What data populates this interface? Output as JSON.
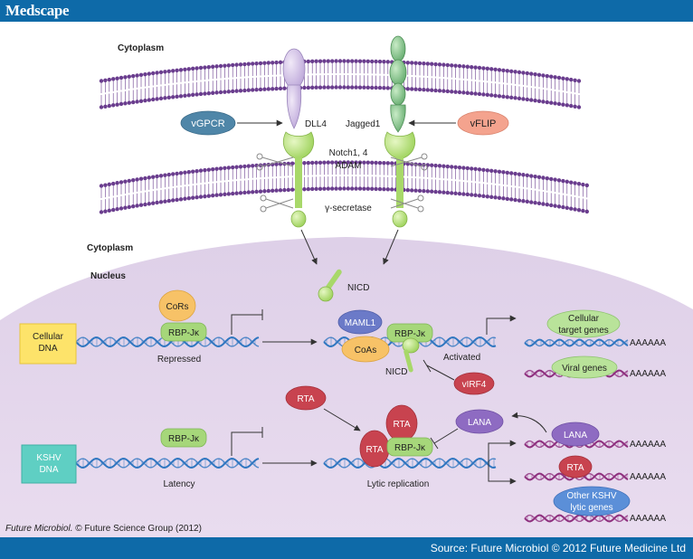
{
  "header": {
    "brand": "Medscape"
  },
  "footer": {
    "source": "Source: Future Microbiol © 2012 Future Medicine Ltd"
  },
  "credit": {
    "journal": "Future Microbiol.",
    "rest": " © Future Science Group (2012)"
  },
  "labels": {
    "cytoplasm_top": "Cytoplasm",
    "cytoplasm_bottom": "Cytoplasm",
    "nucleus": "Nucleus",
    "vgpcr": "vGPCR",
    "vflip": "vFLIP",
    "dll4": "DLL4",
    "jagged1": "Jagged1",
    "notch": "Notch1, 4",
    "adam": "ADAM",
    "gamma_secretase": "γ-secretase",
    "nicd_top": "NICD",
    "nicd_mid": "NICD",
    "cellular_dna": [
      "Cellular",
      "DNA"
    ],
    "kshv_dna": [
      "KSHV",
      "DNA"
    ],
    "cors": "CoRs",
    "rbpjk_rep": "RBP-Jκ",
    "repressed": "Repressed",
    "maml1": "MAML1",
    "rbpjk_act": "RBP-Jκ",
    "coas": "CoAs",
    "activated": "Activated",
    "virf4": "vIRF4",
    "cellular_target": [
      "Cellular",
      "target genes"
    ],
    "viral_genes": "Viral genes",
    "rta_free": "RTA",
    "rbpjk_lat": "RBP-Jκ",
    "latency": "Latency",
    "rta_top": "RTA",
    "rta_left": "RTA",
    "rbpjk_lytic": "RBP-Jκ",
    "lytic_replication": "Lytic replication",
    "lana_inhib": "LANA",
    "lana_gene": "LANA",
    "rta_gene": "RTA",
    "other_kshv": [
      "Other KSHV",
      "lytic genes"
    ],
    "polyA": "AAAAAA"
  },
  "colors": {
    "banner": "#0e6aa8",
    "membrane": "#6a3d8e",
    "nucleus": "#e8d7ef",
    "dna_blue": "#2f76c0",
    "dna_purple": "#8e2f7e",
    "ligand_lilac": "#c9b6e0",
    "ligand_green": "#7bc07e",
    "notch_green": "#b5de6a",
    "cellular_box": "#fde36a",
    "kshv_box": "#5fcfc3",
    "vgpcr": "#4f86a8",
    "vflip": "#f4a38e",
    "rta": "#c8434f",
    "lana": "#8e6bc2",
    "maml1": "#6b7ac8",
    "coas": "#f7c267",
    "rbpjk": "#a6d77a",
    "gene_green": "#b9e39a"
  }
}
